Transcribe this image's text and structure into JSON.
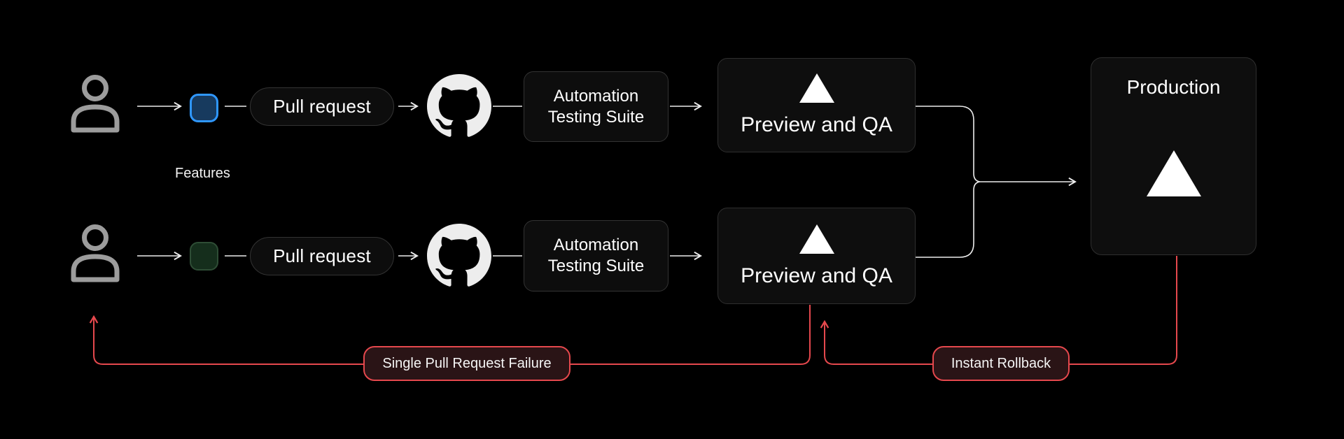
{
  "theme": {
    "bg": "#000000",
    "node-fill": "#0d0d0d",
    "node-border": "#333333",
    "text": "#ffffff",
    "line": "#ededed",
    "person": "#9c9c9c",
    "github-fg": "#ededed",
    "red": "#e5484d",
    "red-fill": "#2a1416",
    "blue-border": "#2f97ff",
    "blue-fill": "#173a5e",
    "green-border": "#2e4d35",
    "green-fill": "#152e1c"
  },
  "icons": {
    "person": "person-icon",
    "commit_blue": "commit-square-blue",
    "commit_green": "commit-square-green",
    "github": "github-icon",
    "vercel": "vercel-triangle-icon"
  },
  "labels": {
    "features": "Features",
    "production": "Production",
    "failure": "Single Pull Request Failure",
    "rollback": "Instant Rollback"
  },
  "rows": [
    {
      "pull_request": "Pull request",
      "testing": "Automation Testing Suite",
      "preview": "Preview and QA"
    },
    {
      "pull_request": "Pull request",
      "testing": "Automation Testing Suite",
      "preview": "Preview and QA"
    }
  ]
}
